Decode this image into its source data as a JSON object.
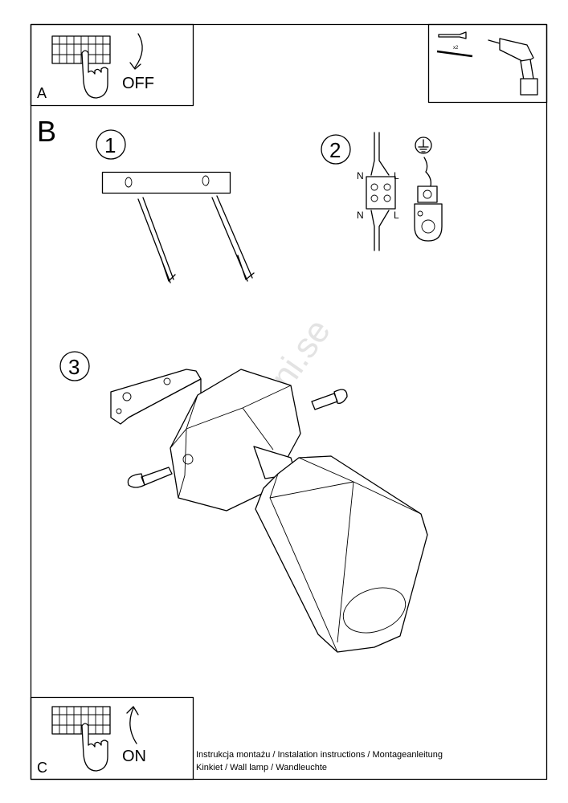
{
  "panel_a": {
    "letter": "A",
    "action": "OFF"
  },
  "tools": {
    "quantity": "x2"
  },
  "section_b": {
    "letter": "B",
    "steps": [
      "1",
      "2",
      "3"
    ]
  },
  "wiring": {
    "n_top": "N",
    "l_top": "L",
    "n_bottom": "N",
    "l_bottom": "L"
  },
  "panel_c": {
    "letter": "C",
    "action": "ON"
  },
  "footer": {
    "line1": "Instrukcja montażu / Instalation instructions / Montageanleitung",
    "line2": "Kinkiet  / Wall lamp / Wandleuchte"
  },
  "watermark": "lampmani.se"
}
